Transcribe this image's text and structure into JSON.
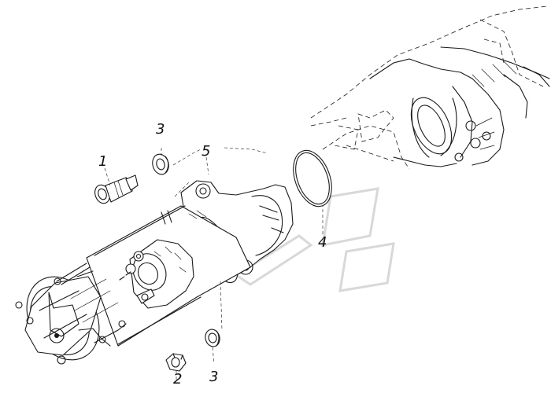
{
  "diagram": {
    "callouts": [
      {
        "id": "bolt",
        "label": "1"
      },
      {
        "id": "nut",
        "label": "2"
      },
      {
        "id": "washer-top",
        "label": "3"
      },
      {
        "id": "washer-bottom",
        "label": "3"
      },
      {
        "id": "oring",
        "label": "4"
      },
      {
        "id": "starter",
        "label": "5"
      }
    ]
  }
}
